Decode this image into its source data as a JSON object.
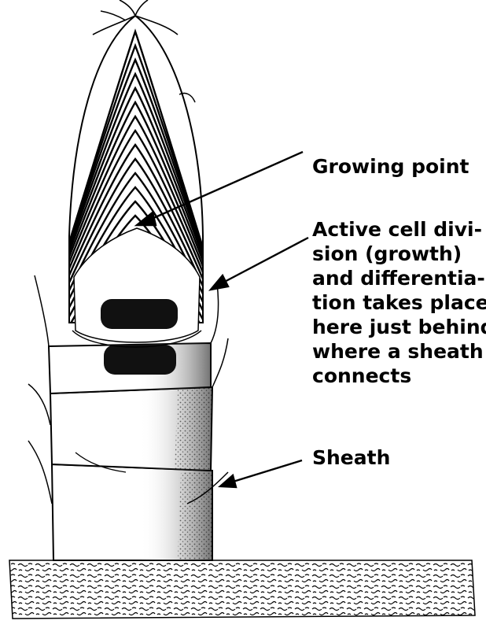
{
  "labels": {
    "growing_point": "Growing point",
    "active_lines": [
      "Active cell divi-",
      "sion (growth)",
      "and differentia-",
      "tion takes place",
      "here just behind",
      "where a sheath",
      "connects"
    ],
    "sheath": "Sheath"
  },
  "colors": {
    "ink": "#000000",
    "background": "#ffffff"
  }
}
